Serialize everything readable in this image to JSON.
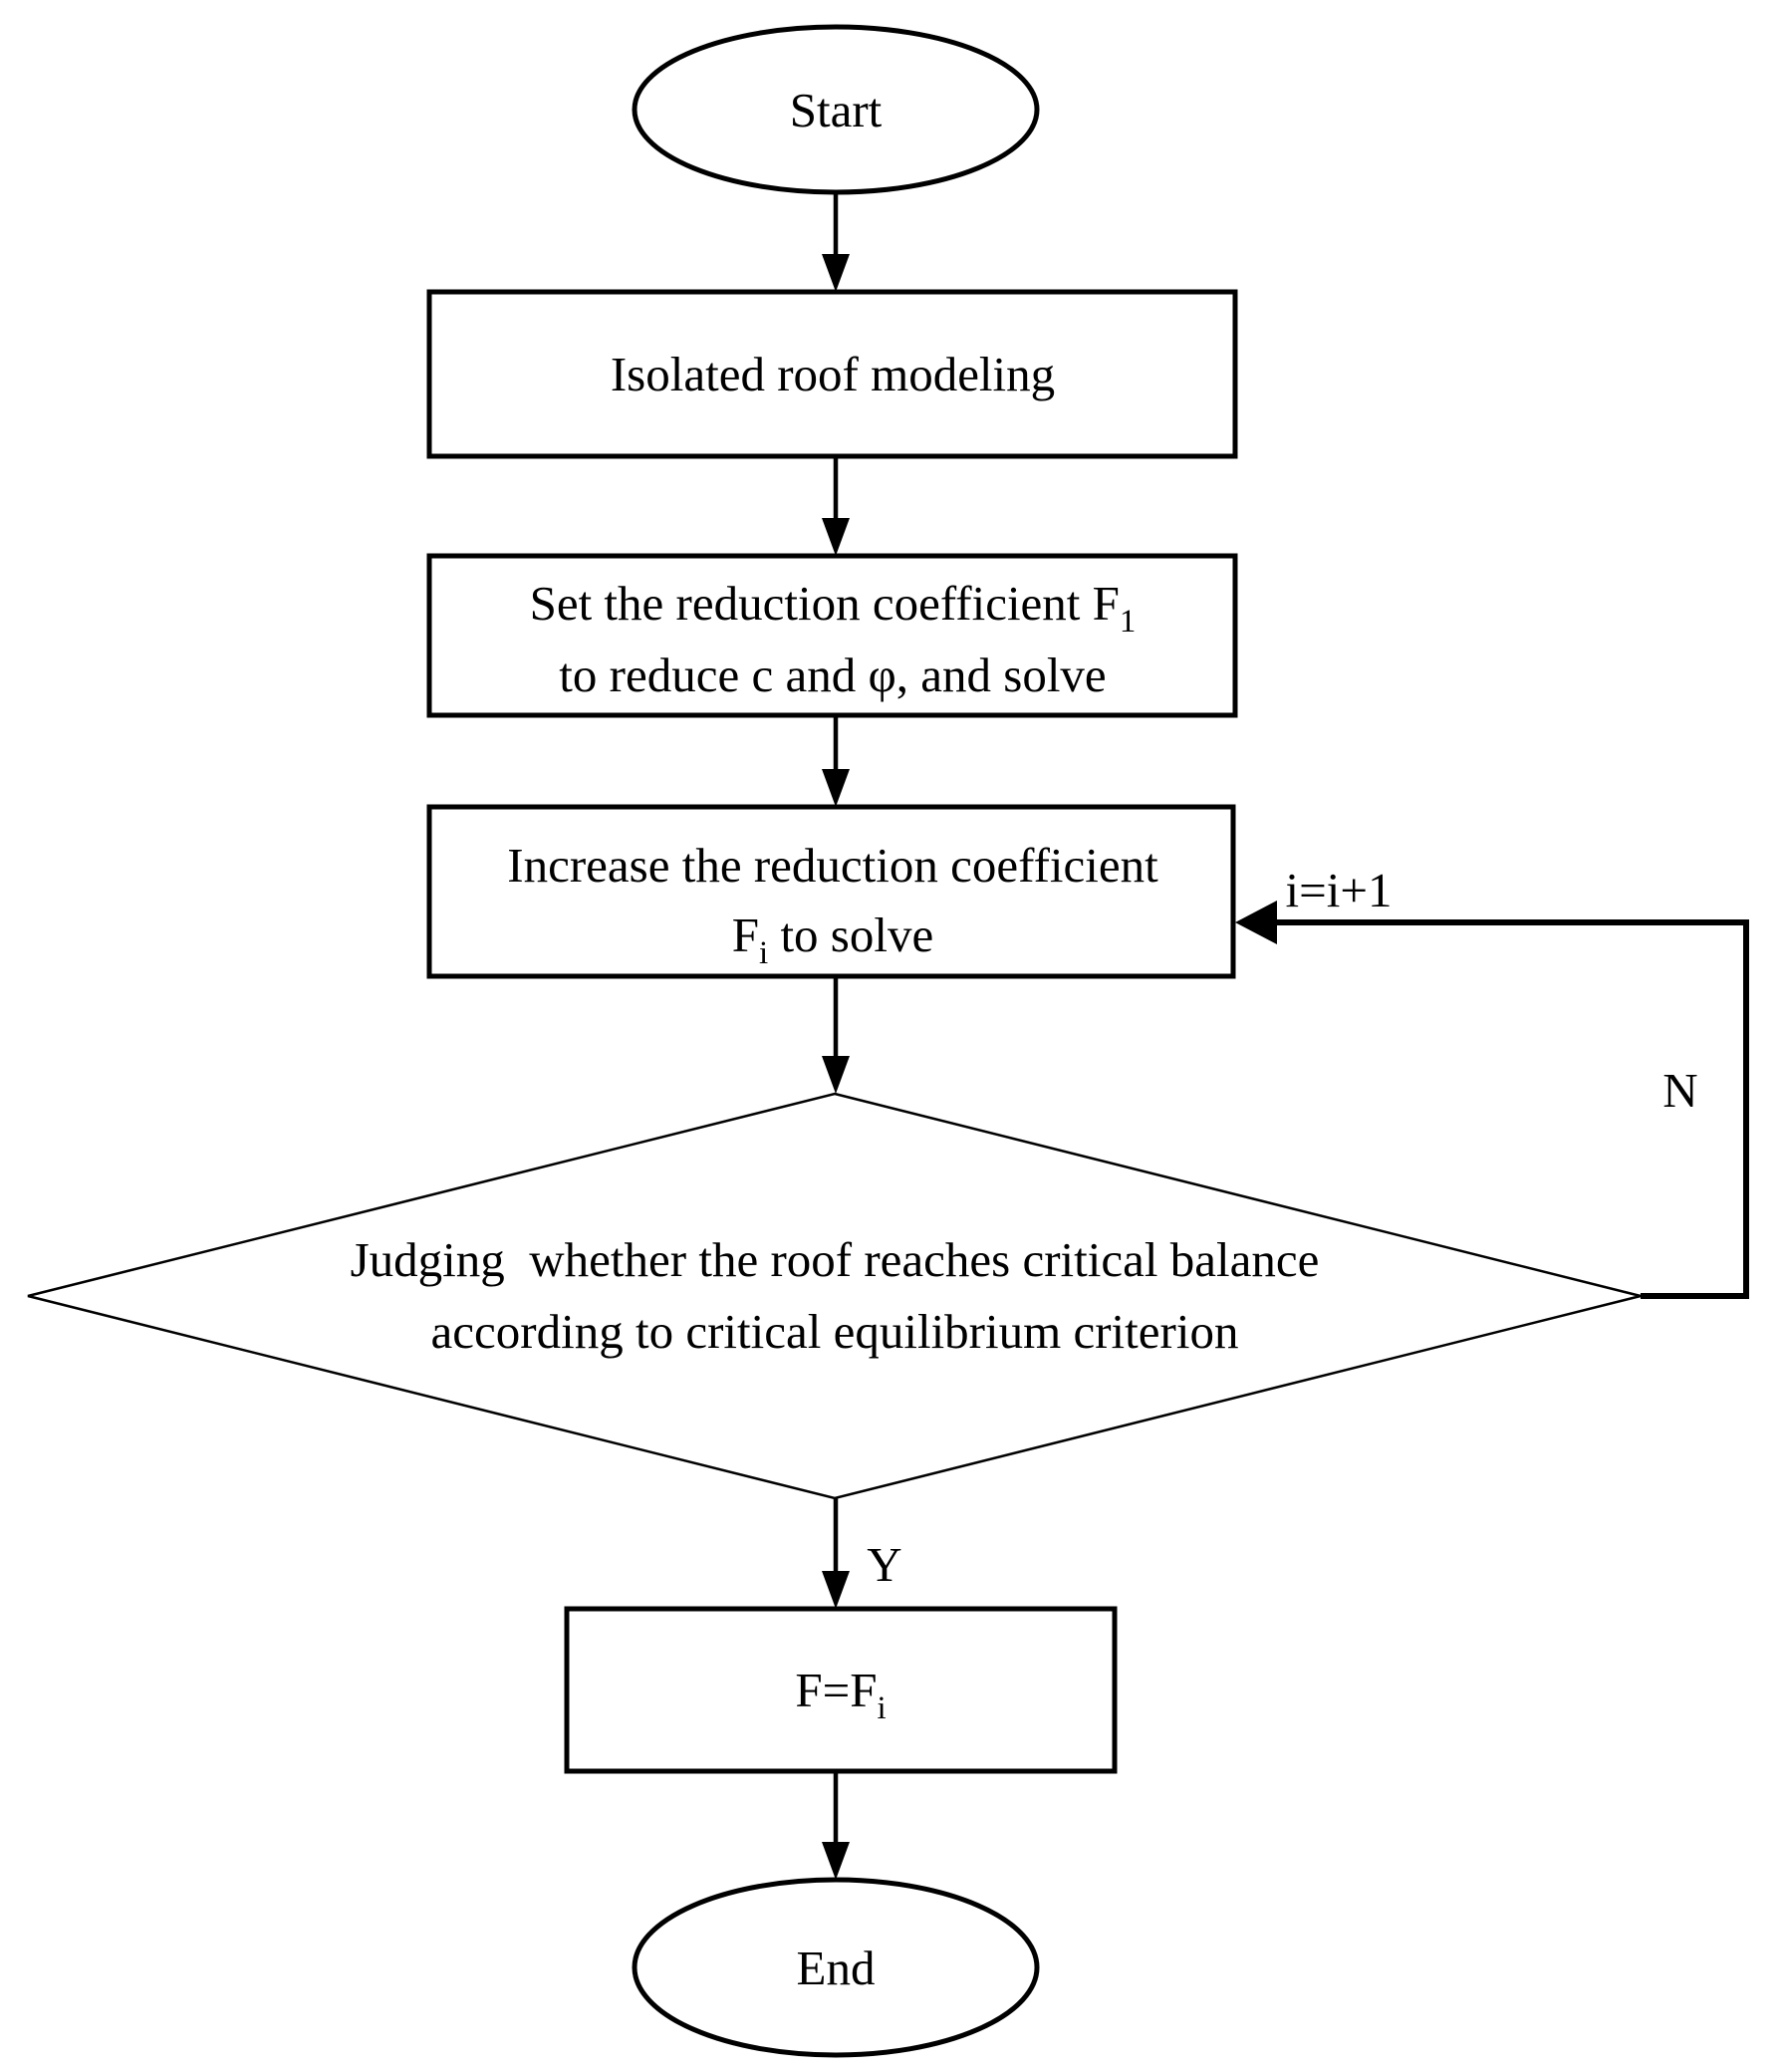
{
  "colors": {
    "background": "#ffffff",
    "line": "#000000",
    "text": "#000000"
  },
  "nodes": {
    "start": {
      "label": "Start"
    },
    "modeling": {
      "label": "Isolated roof modeling"
    },
    "set_coefficient": {
      "line1_pre": "Set the reduction coefficient F",
      "line1_sub": "1",
      "line2": "to reduce c and φ, and solve"
    },
    "increase_coefficient": {
      "line1": "Increase the reduction coefficient",
      "line2_pre": "F",
      "line2_sub": "i",
      "line2_post": " to solve"
    },
    "judge": {
      "line1": "Judging  whether the roof reaches critical balance",
      "line2": "according to critical equilibrium criterion"
    },
    "assign": {
      "pre": "F=F",
      "sub": "i"
    },
    "end": {
      "label": "End"
    }
  },
  "edge_labels": {
    "increment": "i=i+1",
    "no": "N",
    "yes": "Y"
  }
}
